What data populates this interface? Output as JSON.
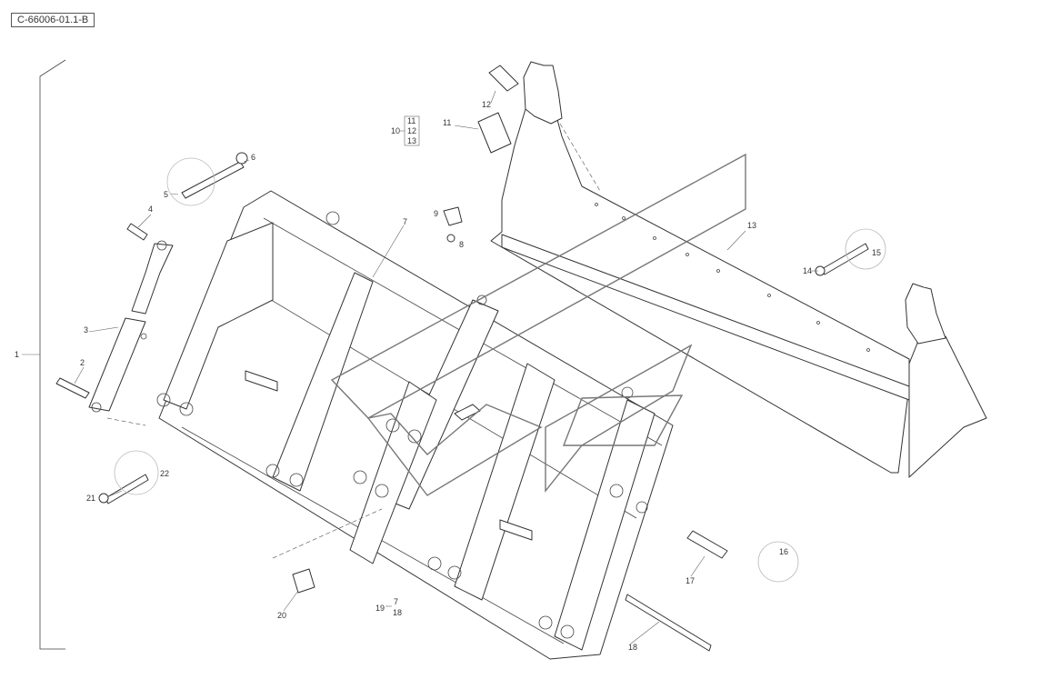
{
  "reference_code": "C-66006-01.1-B",
  "callouts": [
    {
      "id": "c1",
      "text": "1"
    },
    {
      "id": "c2",
      "text": "2"
    },
    {
      "id": "c3",
      "text": "3"
    },
    {
      "id": "c4",
      "text": "4"
    },
    {
      "id": "c5",
      "text": "5"
    },
    {
      "id": "c6",
      "text": "6"
    },
    {
      "id": "c7",
      "text": "7"
    },
    {
      "id": "c8",
      "text": "8"
    },
    {
      "id": "c9",
      "text": "9"
    },
    {
      "id": "c10",
      "text": "10"
    },
    {
      "id": "c11a",
      "text": "11"
    },
    {
      "id": "c11b",
      "text": "11"
    },
    {
      "id": "c12a",
      "text": "12"
    },
    {
      "id": "c12b",
      "text": "12"
    },
    {
      "id": "c13a",
      "text": "13"
    },
    {
      "id": "c13b",
      "text": "13"
    },
    {
      "id": "c14",
      "text": "14"
    },
    {
      "id": "c15",
      "text": "15"
    },
    {
      "id": "c16",
      "text": "16"
    },
    {
      "id": "c17",
      "text": "17"
    },
    {
      "id": "c18a",
      "text": "18"
    },
    {
      "id": "c18b",
      "text": "18"
    },
    {
      "id": "c19",
      "text": "19"
    },
    {
      "id": "c7b",
      "text": "7"
    },
    {
      "id": "c20",
      "text": "20"
    },
    {
      "id": "c21",
      "text": "21"
    },
    {
      "id": "c22",
      "text": "22"
    }
  ]
}
